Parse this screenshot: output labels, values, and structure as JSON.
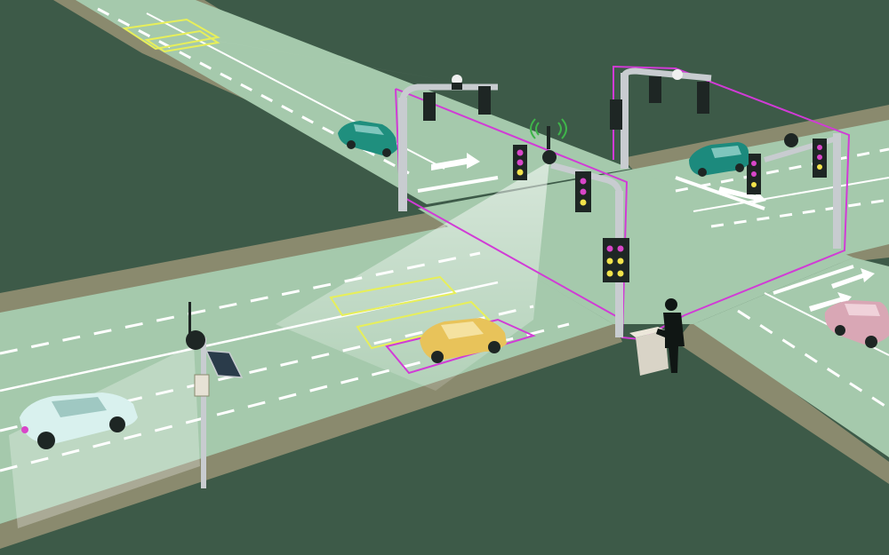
{
  "scene": {
    "colors": {
      "background": "#3d5a48",
      "curb": "#8a8a6e",
      "road": "#a5c9ac",
      "lane_marking": "#ffffff",
      "detection_zone": "#e7ef5a",
      "monitor_outline": "#d13bd6",
      "pole": "#c8ccd0",
      "signal_housing": "#1e2624",
      "signal_lamp": "#d846c9",
      "signal_lamp_alt": "#f2e34b"
    },
    "vehicles": [
      {
        "id": "teal-car-top",
        "color": "#1f8f7e"
      },
      {
        "id": "teal-car-right",
        "color": "#1c8a7d"
      },
      {
        "id": "yellow-car-center",
        "color": "#e8c35a"
      },
      {
        "id": "white-car-left",
        "color": "#d9f1ee"
      },
      {
        "id": "pink-car-right",
        "color": "#d9a7b5"
      }
    ]
  }
}
